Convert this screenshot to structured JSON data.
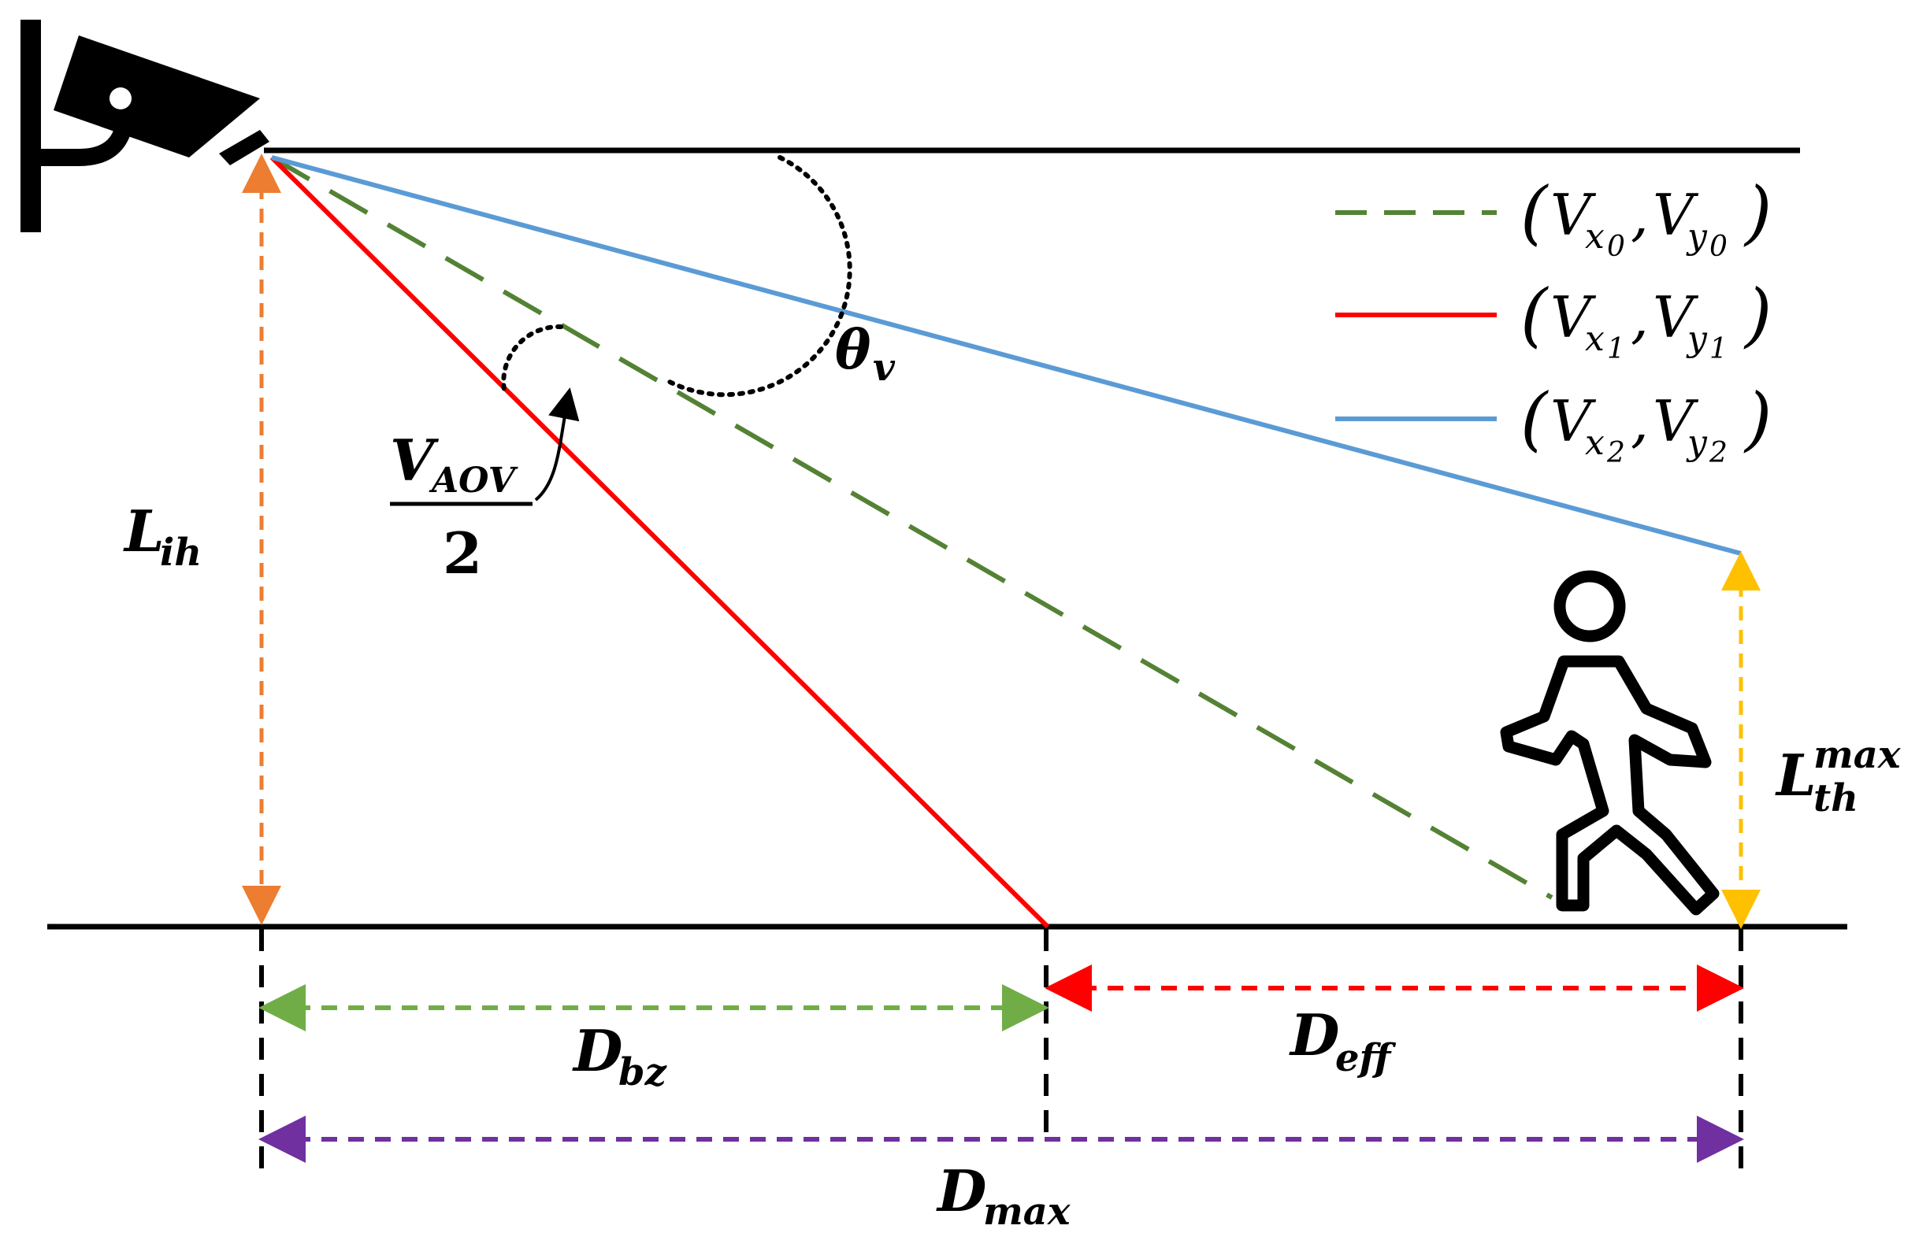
{
  "colors": {
    "ground": "#000000",
    "ceiling": "#000000",
    "line_x0": "#548235",
    "line_x1": "#ff0000",
    "line_x2": "#5b9bd5",
    "height_arrow": "#ed7d31",
    "threshold_arrow": "#ffc000",
    "dbz_arrow": "#70ad47",
    "deff_arrow": "#ff0000",
    "dmax_arrow": "#7030a0",
    "angle_arc": "#000000"
  },
  "icons": {
    "camera": "security-camera-icon",
    "person": "walking-person-icon"
  },
  "labels": {
    "lih": {
      "main": "L",
      "sub": "ih"
    },
    "vaov": {
      "main": "V",
      "sub": "AOV",
      "denominator": "2"
    },
    "theta": {
      "main": "θ",
      "sub": "v"
    },
    "dbz": {
      "main": "D",
      "sub": "bz"
    },
    "deff": {
      "main": "D",
      "sub": "eff"
    },
    "dmax": {
      "main": "D",
      "sub": "max"
    },
    "lth": {
      "main": "L",
      "sub": "th",
      "sup": "max"
    }
  },
  "legend": [
    {
      "text_open": "(",
      "v1": "V",
      "s1": "x",
      "i1": "0",
      "comma": ",",
      "v2": "V",
      "s2": "y",
      "i2": "0",
      "text_close": ")",
      "style": "dashed",
      "color": "#548235"
    },
    {
      "text_open": "(",
      "v1": "V",
      "s1": "x",
      "i1": "1",
      "comma": ",",
      "v2": "V",
      "s2": "y",
      "i2": "1",
      "text_close": ")",
      "style": "solid",
      "color": "#ff0000"
    },
    {
      "text_open": "(",
      "v1": "V",
      "s1": "x",
      "i1": "2",
      "comma": ",",
      "v2": "V",
      "s2": "y",
      "i2": "2",
      "text_close": ")",
      "style": "solid",
      "color": "#5b9bd5"
    }
  ]
}
